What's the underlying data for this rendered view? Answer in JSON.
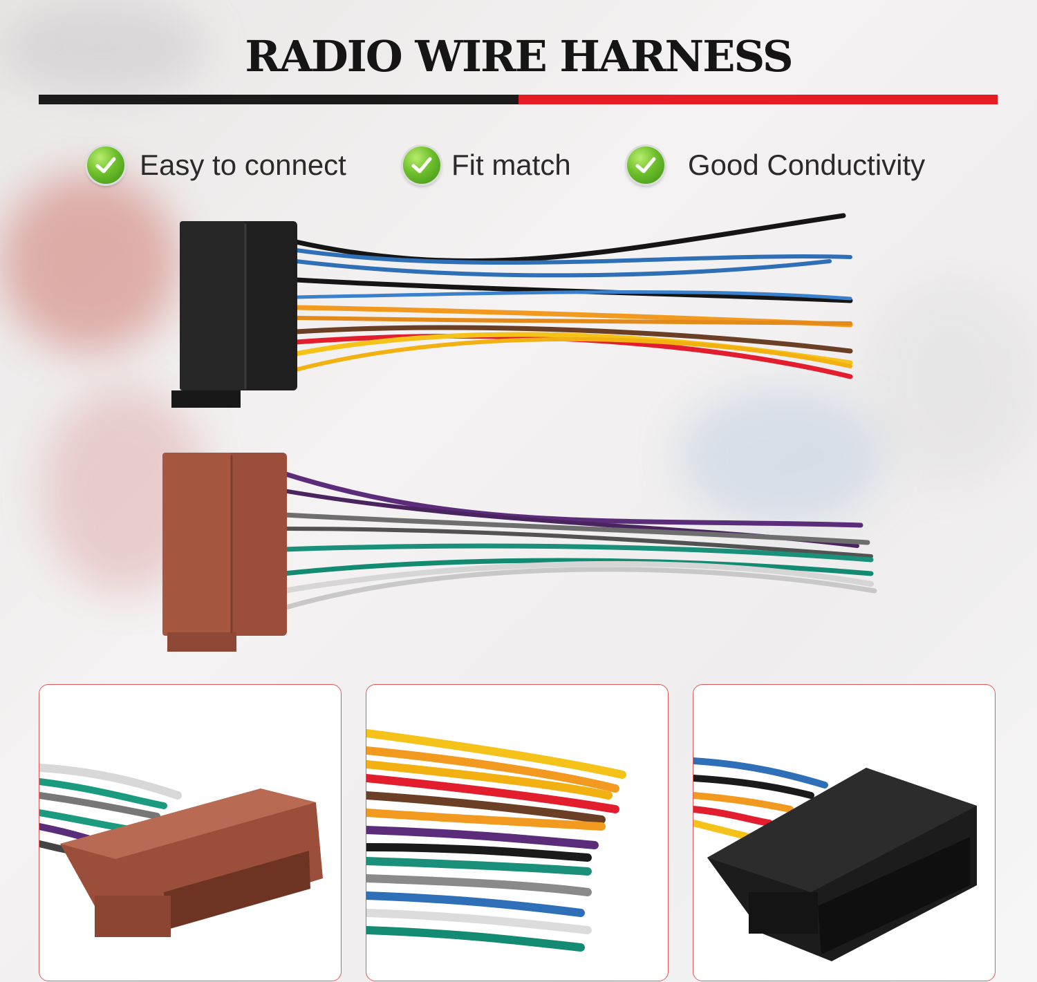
{
  "title": "RADIO WIRE HARNESS",
  "colors": {
    "accent_red": "#e51c23",
    "dark": "#1b1b1b",
    "check_green": "#6dbf2b",
    "connector_brown": "#9b4f3a",
    "connector_black": "#1c1c1c"
  },
  "features": [
    {
      "icon": "check-icon",
      "label": "Easy to connect"
    },
    {
      "icon": "check-icon",
      "label": "Fit match"
    },
    {
      "icon": "check-icon",
      "label": "Good Conductivity"
    }
  ],
  "images": {
    "hero": "black and brown connector harnesses with color wires",
    "detail_1": "brown-connector-closeup",
    "detail_2": "color-wires-closeup",
    "detail_3": "black-connector-closeup"
  }
}
